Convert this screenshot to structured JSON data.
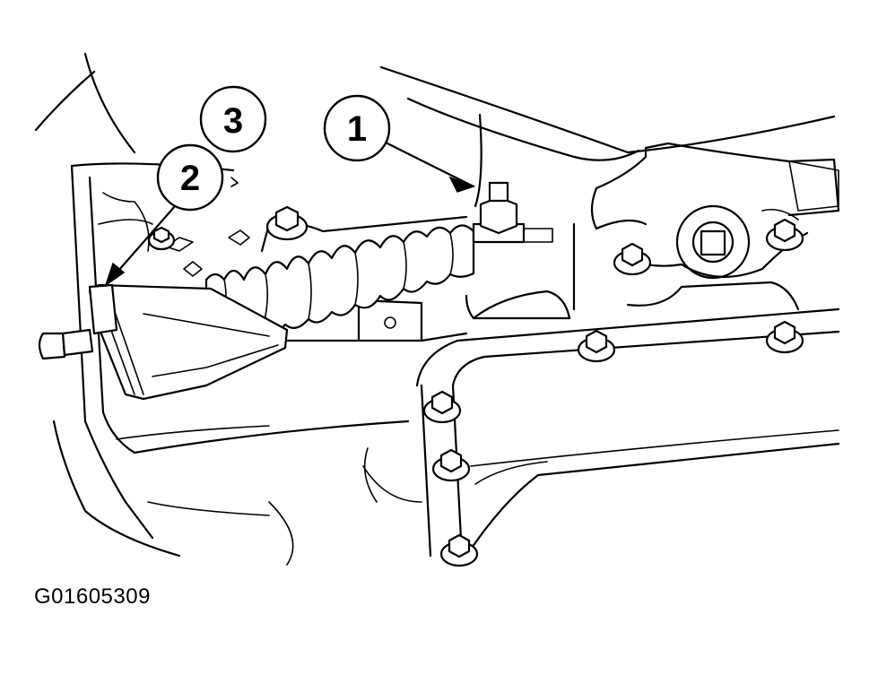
{
  "figure_id": "G01605309",
  "callouts": [
    {
      "label": "1"
    },
    {
      "label": "2"
    },
    {
      "label": "3"
    }
  ]
}
